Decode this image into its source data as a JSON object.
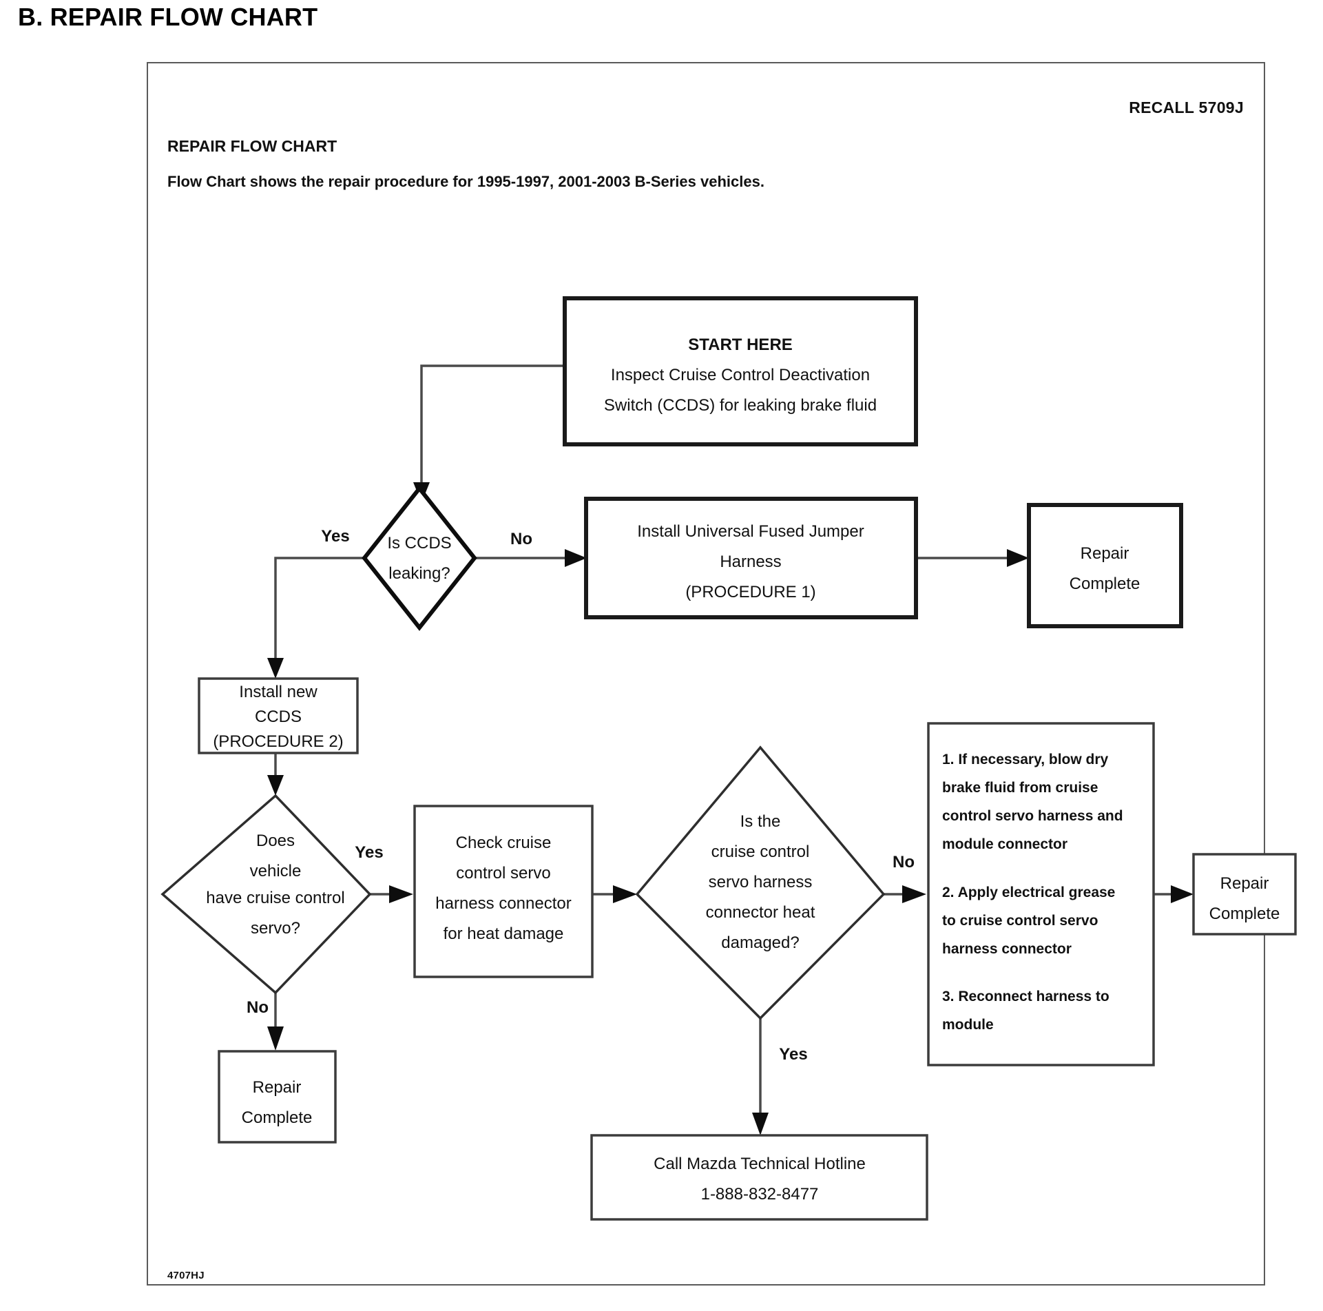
{
  "page": {
    "title": "B. REPAIR FLOW CHART",
    "recall_code": "RECALL 5709J",
    "footer_code": "4707HJ"
  },
  "header": {
    "chart_label": "REPAIR FLOW CHART",
    "description": "Flow Chart shows the repair procedure for 1995-1997, 2001-2003 B-Series vehicles."
  },
  "chart_data": {
    "type": "diagram",
    "title": "REPAIR FLOW CHART",
    "nodes": [
      {
        "id": "start",
        "shape": "rect",
        "lines": [
          "START HERE",
          "Inspect Cruise Control Deactivation",
          "Switch (CCDS) for leaking brake fluid"
        ]
      },
      {
        "id": "ccds-leaking",
        "shape": "diamond",
        "lines": [
          "Is CCDS",
          "leaking?"
        ]
      },
      {
        "id": "install-jumper",
        "shape": "rect",
        "lines": [
          "Install Universal Fused Jumper",
          "Harness",
          "(PROCEDURE 1)"
        ]
      },
      {
        "id": "repair-complete-1",
        "shape": "rect",
        "lines": [
          "Repair",
          "Complete"
        ]
      },
      {
        "id": "install-ccds",
        "shape": "rect",
        "lines": [
          "Install new",
          "CCDS",
          "(PROCEDURE 2)"
        ]
      },
      {
        "id": "has-servo",
        "shape": "diamond",
        "lines": [
          "Does",
          "vehicle",
          "have cruise control",
          "servo?"
        ]
      },
      {
        "id": "repair-complete-2",
        "shape": "rect",
        "lines": [
          "Repair",
          "Complete"
        ]
      },
      {
        "id": "check-connector",
        "shape": "rect",
        "lines": [
          "Check cruise",
          "control servo",
          "harness connector",
          "for heat damage"
        ]
      },
      {
        "id": "heat-damaged",
        "shape": "diamond",
        "lines": [
          "Is the",
          "cruise control",
          "servo harness",
          "connector heat",
          "damaged?"
        ]
      },
      {
        "id": "repair-steps",
        "shape": "rect",
        "lines": [
          "1. If necessary, blow dry",
          "brake fluid from cruise",
          "control servo harness and",
          "module connector",
          "",
          "2.  Apply electrical grease",
          "to cruise  control servo",
          "harness connector",
          "",
          "3. Reconnect harness to",
          "module"
        ]
      },
      {
        "id": "repair-complete-3",
        "shape": "rect",
        "lines": [
          "Repair",
          "Complete"
        ]
      },
      {
        "id": "call-hotline",
        "shape": "rect",
        "lines": [
          "Call Mazda Technical Hotline",
          "1-888-832-8477"
        ]
      }
    ],
    "edges": [
      {
        "from": "start",
        "to": "ccds-leaking",
        "label": ""
      },
      {
        "from": "ccds-leaking",
        "to": "install-jumper",
        "label": "No"
      },
      {
        "from": "ccds-leaking",
        "to": "install-ccds",
        "label": "Yes"
      },
      {
        "from": "install-jumper",
        "to": "repair-complete-1",
        "label": ""
      },
      {
        "from": "install-ccds",
        "to": "has-servo",
        "label": ""
      },
      {
        "from": "has-servo",
        "to": "check-connector",
        "label": "Yes"
      },
      {
        "from": "has-servo",
        "to": "repair-complete-2",
        "label": "No"
      },
      {
        "from": "check-connector",
        "to": "heat-damaged",
        "label": ""
      },
      {
        "from": "heat-damaged",
        "to": "repair-steps",
        "label": "No"
      },
      {
        "from": "heat-damaged",
        "to": "call-hotline",
        "label": "Yes"
      },
      {
        "from": "repair-steps",
        "to": "repair-complete-3",
        "label": ""
      }
    ]
  },
  "node_text": {
    "start_l1": "START HERE",
    "start_l2": "Inspect Cruise Control Deactivation",
    "start_l3": "Switch (CCDS) for leaking brake fluid",
    "ccds_leaking_l1": "Is CCDS",
    "ccds_leaking_l2": "leaking?",
    "install_jumper_l1": "Install Universal Fused Jumper",
    "install_jumper_l2": "Harness",
    "install_jumper_l3": "(PROCEDURE 1)",
    "repair_complete_1_l1": "Repair",
    "repair_complete_1_l2": "Complete",
    "install_ccds_l1": "Install new",
    "install_ccds_l2": "CCDS",
    "install_ccds_l3": "(PROCEDURE 2)",
    "has_servo_l1": "Does",
    "has_servo_l2": "vehicle",
    "has_servo_l3": "have cruise control",
    "has_servo_l4": "servo?",
    "repair_complete_2_l1": "Repair",
    "repair_complete_2_l2": "Complete",
    "check_connector_l1": "Check cruise",
    "check_connector_l2": "control servo",
    "check_connector_l3": "harness connector",
    "check_connector_l4": "for heat damage",
    "heat_damaged_l1": "Is the",
    "heat_damaged_l2": "cruise control",
    "heat_damaged_l3": "servo harness",
    "heat_damaged_l4": "connector heat",
    "heat_damaged_l5": "damaged?",
    "steps_1a": "1. If necessary, blow dry",
    "steps_1b": "brake fluid from cruise",
    "steps_1c": "control servo harness and",
    "steps_1d": "module connector",
    "steps_2a": "2.  Apply electrical grease",
    "steps_2b": "to cruise  control servo",
    "steps_2c": "harness connector",
    "steps_3a": "3. Reconnect harness to",
    "steps_3b": "module",
    "repair_complete_3_l1": "Repair",
    "repair_complete_3_l2": "Complete",
    "hotline_l1": "Call Mazda Technical Hotline",
    "hotline_l2": "1-888-832-8477"
  },
  "edge_labels": {
    "yes_leaking": "Yes",
    "no_leaking": "No",
    "yes_servo": "Yes",
    "no_servo": "No",
    "no_heat": "No",
    "yes_heat": "Yes"
  },
  "colors": {
    "ink": "#111111",
    "line": "#4a4a4a",
    "frame": "#5a5a5a",
    "background": "#ffffff"
  }
}
